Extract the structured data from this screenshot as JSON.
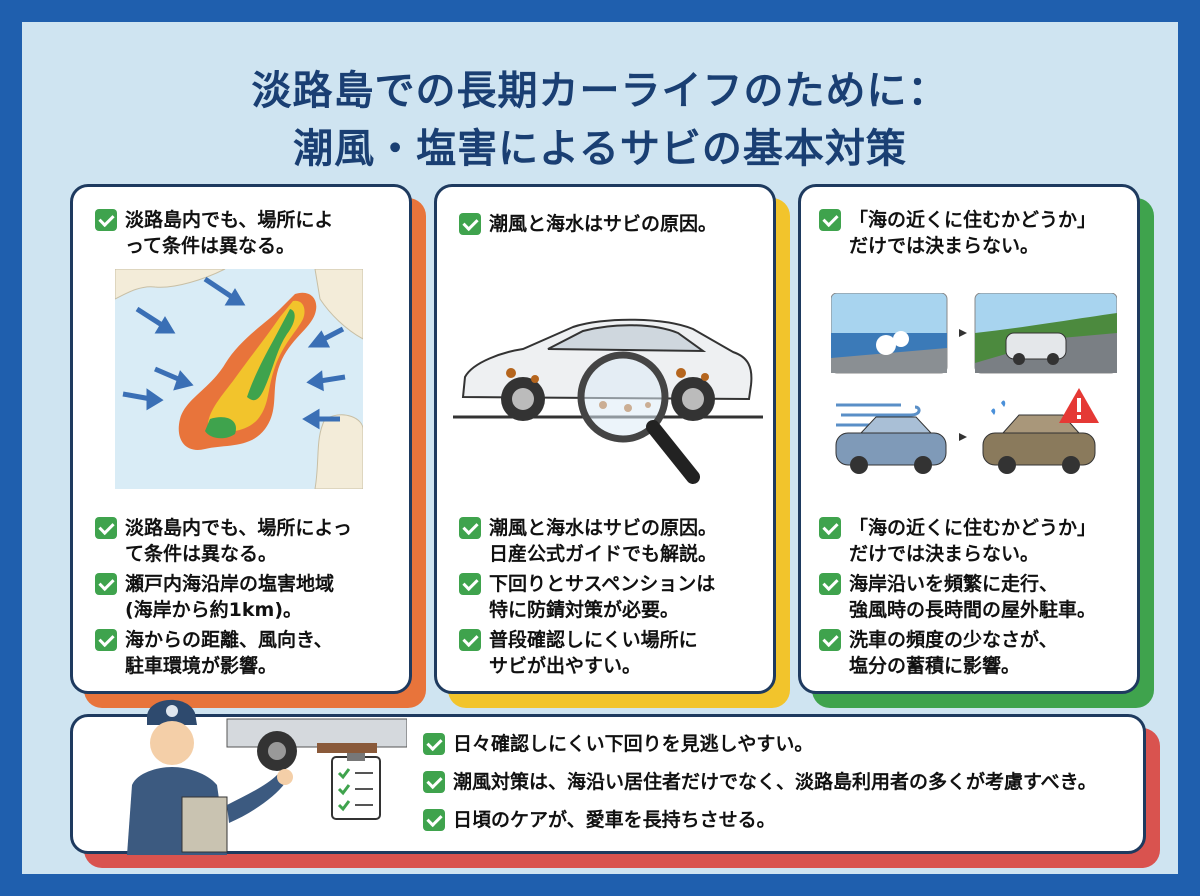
{
  "title": {
    "line1": "淡路島での長期カーライフのために：",
    "line2": "潮風・塩害によるサビの基本対策"
  },
  "colors": {
    "frame": "#1f5fae",
    "background": "#cfe4f1",
    "title": "#1a3f73",
    "check": "#3fa34d",
    "card1_accent": "#e8743b",
    "card2_accent": "#f2c42c",
    "card3_accent": "#3fa34d",
    "card4_accent": "#d9534f"
  },
  "cards": {
    "card1": {
      "heading": "淡路島内でも、場所によ\nって条件は異なる。",
      "image": "awaji-island-wind-map",
      "items": [
        "淡路島内でも、場所によっ\nて条件は異なる。",
        "瀬戸内海沿岸の塩害地域\n(海岸から約1km)。",
        "海からの距離、風向き、\n駐車環境が影響。"
      ]
    },
    "card2": {
      "heading": "潮風と海水はサビの原因。",
      "image": "car-underbody-rust-magnifier",
      "items": [
        "潮風と海水はサビの原因。\n日産公式ガイドでも解説。",
        "下回りとサスペンションは\n特に防錆対策が必要。",
        "普段確認しにくい場所に\nサビが出やすい。"
      ]
    },
    "card3": {
      "heading": "「海の近くに住むかどうか」\nだけでは決まらない。",
      "image": "coast-wind-dirty-car",
      "items": [
        "「海の近くに住むかどうか」\nだけでは決まらない。",
        "海岸沿いを頻繁に走行、\n強風時の長時間の屋外駐車。",
        "洗車の頻度の少なさが、\n塩分の蓄積に影響。"
      ]
    }
  },
  "bottom": {
    "image": "mechanic-with-clipboard",
    "items": [
      "日々確認しにくい下回りを見逃しやすい。",
      "潮風対策は、海沿い居住者だけでなく、淡路島利用者の多くが考慮すべき。",
      "日頃のケアが、愛車を長持ちさせる。"
    ]
  }
}
